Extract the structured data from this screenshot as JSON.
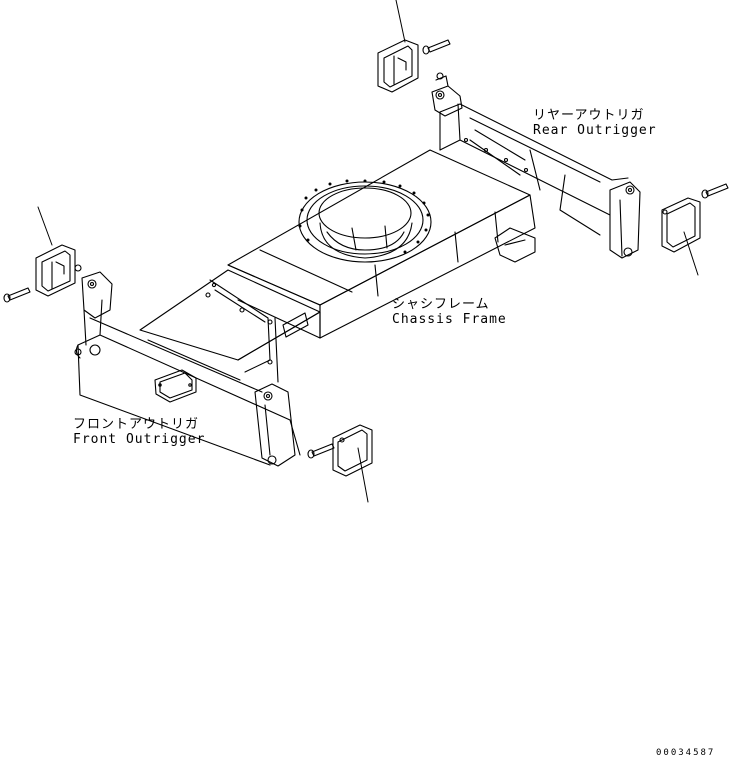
{
  "labels": {
    "rear_outrigger": {
      "jp": "リヤーアウトリガ",
      "en": "Rear Outrigger"
    },
    "chassis_frame": {
      "jp": "シャシフレーム",
      "en": "Chassis Frame"
    },
    "front_outrigger": {
      "jp": "フロントアウトリガ",
      "en": "Front Outrigger"
    }
  },
  "document_number": "00034587",
  "colors": {
    "line": "#000000",
    "background": "#ffffff"
  }
}
